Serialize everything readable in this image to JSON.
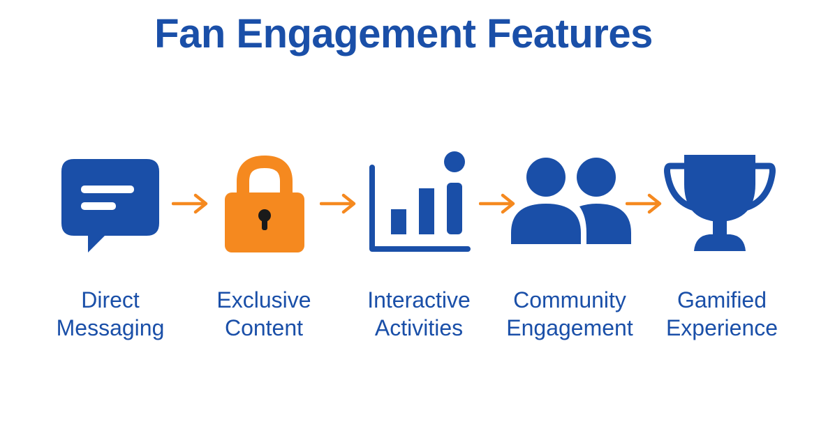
{
  "title": "Fan Engagement Features",
  "colors": {
    "primary": "#1a4fa8",
    "accent": "#f5891f",
    "background": "#ffffff"
  },
  "steps": [
    {
      "icon": "chat-bubble-icon",
      "line1": "Direct",
      "line2": "Messaging",
      "color": "#1a4fa8"
    },
    {
      "icon": "padlock-icon",
      "line1": "Exclusive",
      "line2": "Content",
      "color": "#f5891f"
    },
    {
      "icon": "bar-chart-icon",
      "line1": "Interactive",
      "line2": "Activities",
      "color": "#1a4fa8"
    },
    {
      "icon": "people-icon",
      "line1": "Community",
      "line2": "Engagement",
      "color": "#1a4fa8"
    },
    {
      "icon": "trophy-icon",
      "line1": "Gamified",
      "line2": "Experience",
      "color": "#1a4fa8"
    }
  ]
}
